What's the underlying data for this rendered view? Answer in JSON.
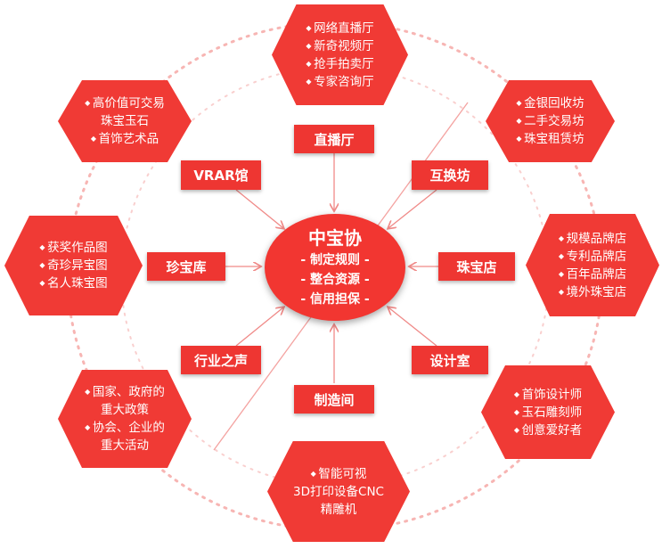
{
  "center": {
    "title": "中宝协",
    "lines": [
      "- 制定规则 -",
      "- 整合资源 -",
      "- 信用担保 -"
    ]
  },
  "labels": {
    "live": "直播厅",
    "vrar": "VRAR馆",
    "exchange": "互换坊",
    "treasury": "珍宝库",
    "shop": "珠宝店",
    "voice": "行业之声",
    "design": "设计室",
    "factory": "制造间"
  },
  "hexes": {
    "top": [
      "网络直播厅",
      "新奇视频厅",
      "抢手拍卖厅",
      "专家咨询厅"
    ],
    "top_left": [
      "高价值可交易",
      "珠宝玉石",
      "首饰艺术品"
    ],
    "top_right": [
      "金银回收坊",
      "二手交易坊",
      "珠宝租赁坊"
    ],
    "left": [
      "获奖作品图",
      "奇珍异宝图",
      "名人珠宝图"
    ],
    "right": [
      "规模品牌店",
      "专利品牌店",
      "百年品牌店",
      "境外珠宝店"
    ],
    "bottom_left": [
      "国家、政府的",
      "重大政策",
      "协会、企业的",
      "重大活动"
    ],
    "bottom_right": [
      "首饰设计师",
      "玉石雕刻师",
      "创意爱好者"
    ],
    "bottom": [
      "智能可视",
      "3D打印设备CNC",
      "精雕机"
    ]
  },
  "colors": {
    "primary": "#f03a35"
  }
}
